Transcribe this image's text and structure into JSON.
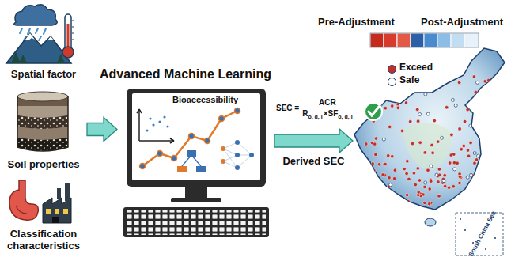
{
  "diagram": {
    "nodes": [
      {
        "text": [
          "Spatial factor"
        ]
      },
      {
        "text": [
          "Soil properties"
        ]
      },
      {
        "text": [
          "Classification characteristics"
        ]
      },
      {
        "text": [
          "Advanced Machine Learning",
          "Bioaccessibility"
        ]
      },
      {
        "text": [
          "South China Sea"
        ]
      }
    ],
    "edges": [
      {
        "from": 1,
        "to": 3,
        "arrow": "to"
      },
      {
        "from": 3,
        "to": 4,
        "label": "Derived SEC",
        "arrow": "to"
      }
    ],
    "labels": [
      "Pre-Adjustment",
      "Post-Adjustment",
      "SEC =",
      "ACR",
      "R",
      "o, d, i",
      "×SF",
      "o, d, i"
    ],
    "legend": [
      {
        "text": "Exceed",
        "color": "#c0302a"
      },
      {
        "text": "Safe",
        "color": "#ffffff"
      }
    ]
  }
}
